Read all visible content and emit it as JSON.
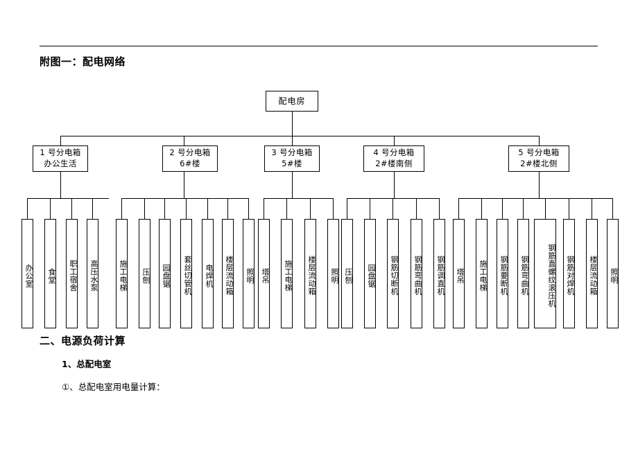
{
  "document": {
    "figure_title": "附图一：配电网络",
    "section_heading": "二、电源负荷计算",
    "sub_heading": "1、总配电室",
    "paragraph": "①、总配电室用电量计算："
  },
  "diagram": {
    "root": {
      "label": "配电房"
    },
    "branches": [
      {
        "label": "1 号分电箱\n办公生活",
        "leaves": [
          "办公室",
          "食堂",
          "职工宿舍",
          "高压水泵"
        ]
      },
      {
        "label": "2 号分电箱\n6#楼",
        "leaves": [
          "施工电梯",
          "压刨",
          "园盘锯",
          "套丝切管机",
          "电焊机",
          "楼层流动箱",
          "照明"
        ]
      },
      {
        "label": "3 号分电箱\n5#楼",
        "leaves": [
          "塔吊",
          "施工电梯",
          "楼层流动箱",
          "照明"
        ]
      },
      {
        "label": "4 号分电箱\n2#楼南侧",
        "leaves": [
          "压刨",
          "园盘锯",
          "钢筋切断机",
          "钢筋弯曲机",
          "钢筋调直机"
        ]
      },
      {
        "label": "5 号分电箱\n2#楼北侧",
        "leaves": [
          "塔吊",
          "施工电梯",
          "钢筋要断机",
          "钢筋弯曲机",
          "钢筋直螺纹滚压机",
          "钢筋对焊机",
          "楼层流动箱",
          "照明"
        ]
      }
    ]
  }
}
